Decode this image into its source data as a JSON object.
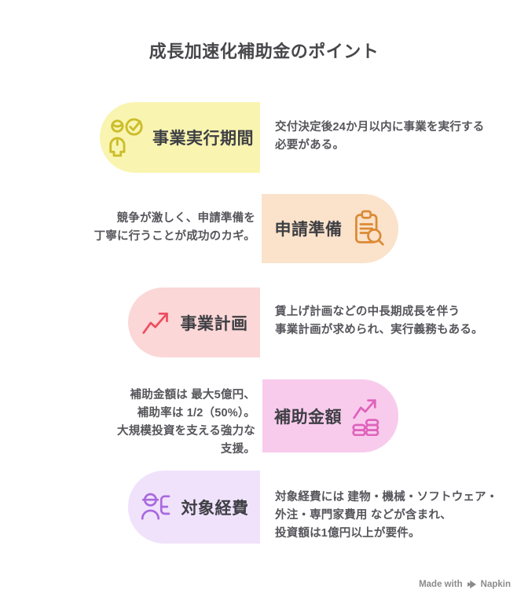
{
  "title": "成長加速化補助金のポイント",
  "rows": [
    {
      "name": "execution-period",
      "label": "事業実行期間",
      "description": "交付決定後24か月以内に事業を実行する\n必要がある。",
      "icon": "person-check-icon",
      "colors": {
        "pill": "#F9F5B1",
        "icon": "#CCBD2B"
      }
    },
    {
      "name": "application-prep",
      "label": "申請準備",
      "description": "競争が激しく、申請準備を\n丁寧に行うことが成功のカギ。",
      "icon": "clipboard-search-icon",
      "colors": {
        "pill": "#FBE2CA",
        "icon": "#DB8A35"
      }
    },
    {
      "name": "business-plan",
      "label": "事業計画",
      "description": "賃上げ計画などの中長期成長を伴う\n事業計画が求められ、実行義務もある。",
      "icon": "trend-up-icon",
      "colors": {
        "pill": "#FBD7D7",
        "icon": "#EE4C5D"
      }
    },
    {
      "name": "subsidy-amount",
      "label": "補助金額",
      "description": "補助金額は 最大5億円、\n補助率は 1/2（50%）。\n大規模投資を支える強力な\n支援。",
      "icon": "money-growth-icon",
      "colors": {
        "pill": "#F8CBEC",
        "icon": "#DF63BC"
      }
    },
    {
      "name": "eligible-expenses",
      "label": "対象経費",
      "description": "対象経費には 建物・機械・ソフトウェア・\n外注・専門家費用 などが含まれ、\n投資額は1億円以上が要件。",
      "icon": "worker-expenses-icon",
      "colors": {
        "pill": "#F0E2FB",
        "icon": "#A869DE"
      }
    }
  ],
  "footer": {
    "text": "Made with",
    "brand": "Napkin"
  }
}
